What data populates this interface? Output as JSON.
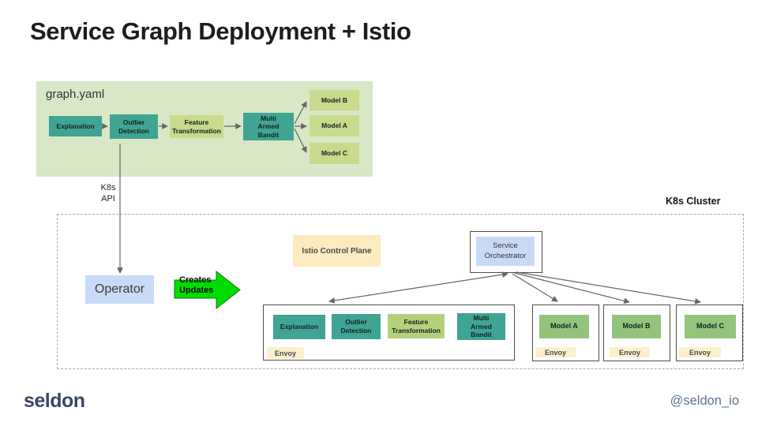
{
  "colors": {
    "panel-green": "#d8e7c6",
    "teal": "#3fa493",
    "light-green": "#c9da8c",
    "mid-green": "#b5d07c",
    "model-green": "#93c47d",
    "istio-cream": "#fcebc0",
    "envoy-cream": "#fdf0cd",
    "blue": "#c9daf8",
    "bright-green": "#00dc00",
    "arrow-gray": "#666666",
    "logo-navy": "#3b4662",
    "handle-blue": "#5f7191"
  },
  "title": "Service Graph Deployment + Istio",
  "graph_yaml": {
    "label": "graph.yaml",
    "nodes": [
      "Explanation",
      "Outlier Detection",
      "Feature Transformation",
      "Multi Armed Bandit"
    ],
    "models": [
      "Model B",
      "Model A",
      "Model C"
    ]
  },
  "k8s_api_label": "K8s API",
  "cluster": {
    "label": "K8s Cluster",
    "operator_label": "Operator",
    "creates_updates_label": "Creates Updates",
    "istio_label": "Istio Control Plane",
    "orchestrator_label": "Service Orchestrator",
    "pipeline": [
      "Explanation",
      "Outlier Detection",
      "Feature Transformation",
      "Multi Armed Bandit"
    ],
    "models": [
      "Model A",
      "Model B",
      "Model C"
    ],
    "envoy_label": "Envoy"
  },
  "footer": {
    "logo": "seldon",
    "handle": "@seldon_io"
  }
}
